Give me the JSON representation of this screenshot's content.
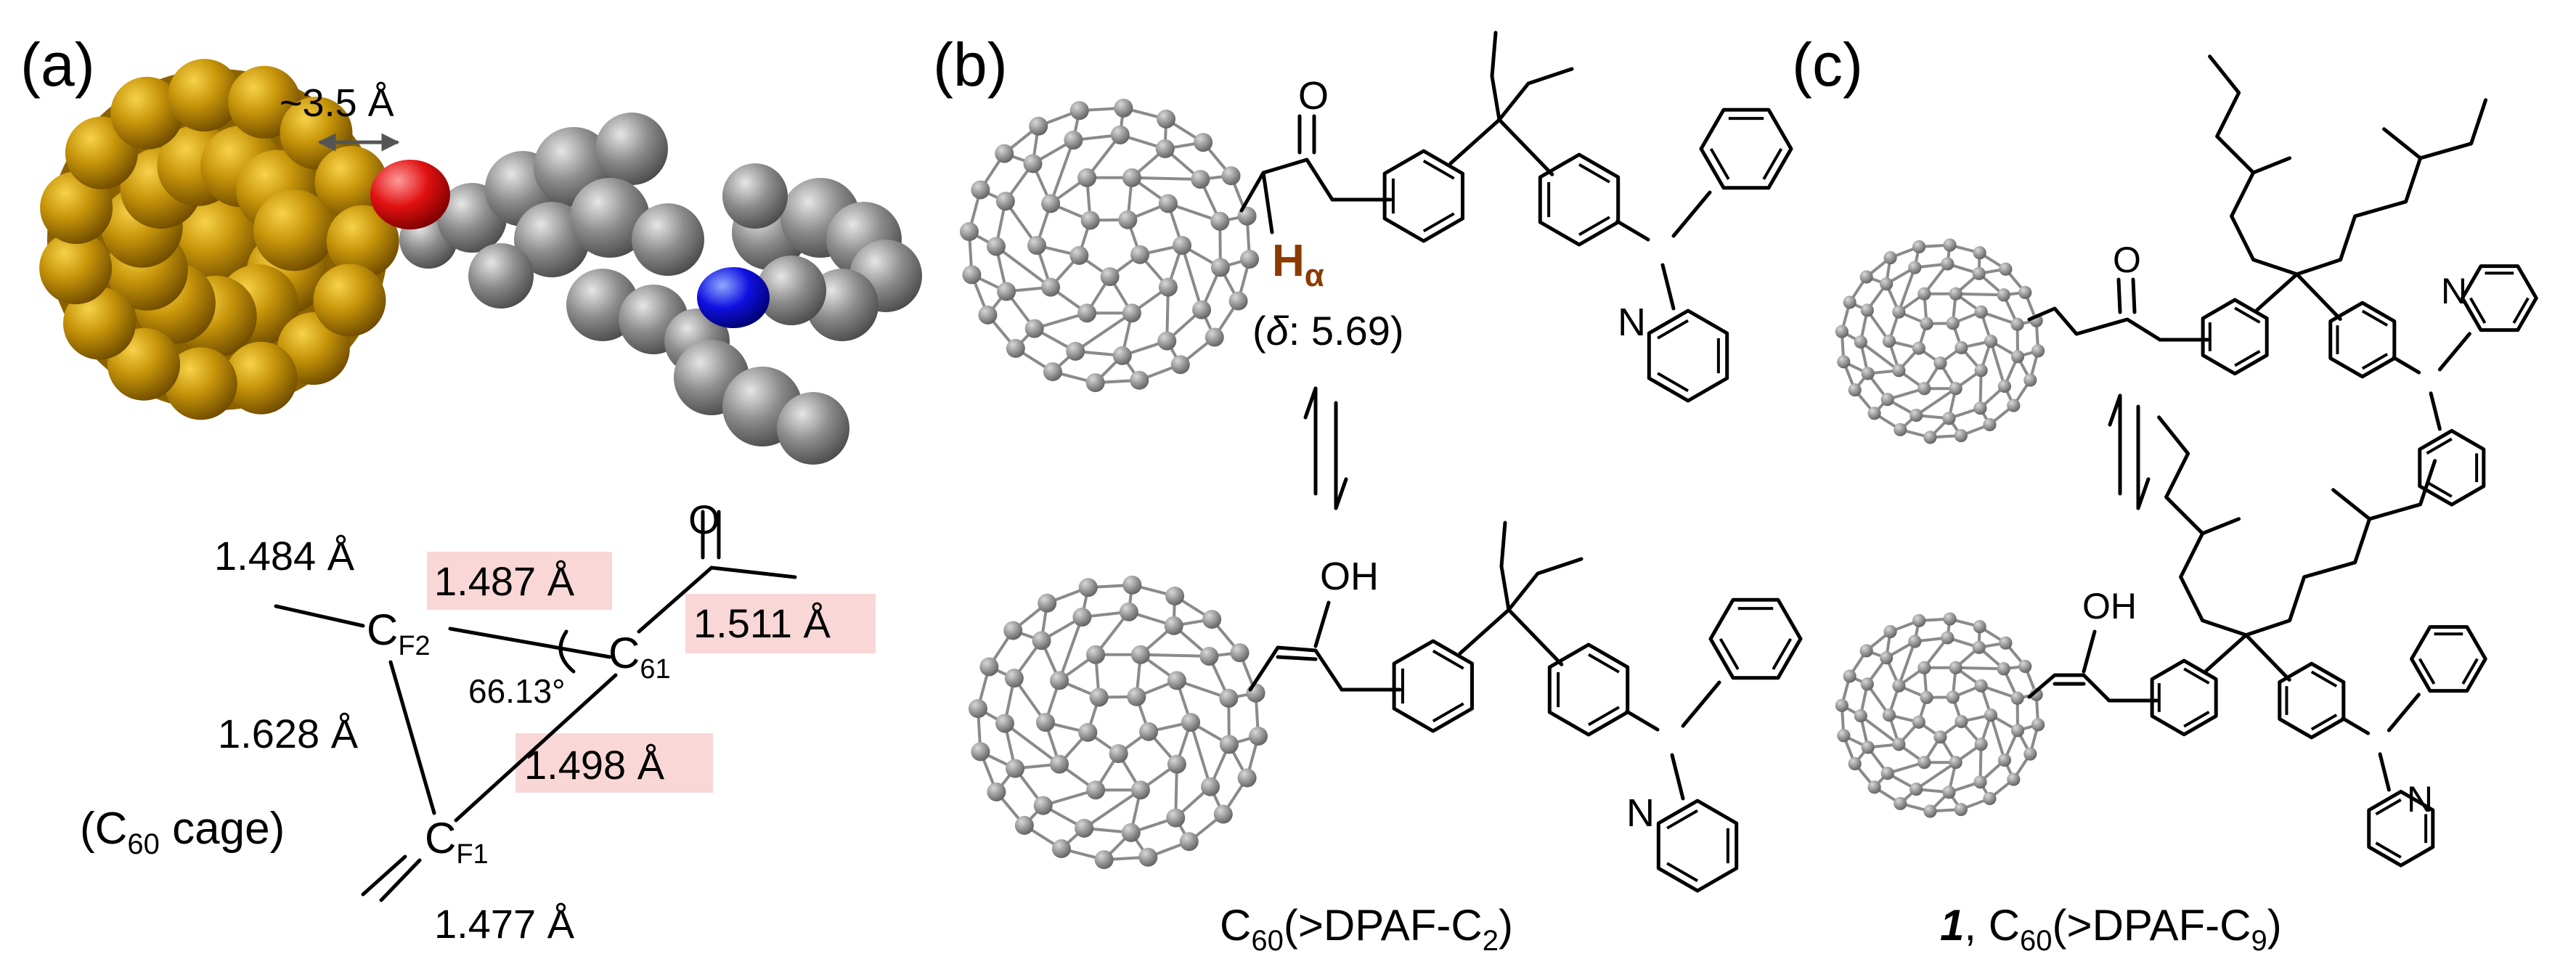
{
  "panels": {
    "a": {
      "label": "(a)",
      "distance": "~3.5 Å",
      "bond_CF2_left": "1.484 Å",
      "bond_CF2_C61": "1.487 Å",
      "bond_C61_CO": "1.511 Å",
      "angle": "66.13°",
      "bond_CF1_CF2": "1.628 Å",
      "bond_CF1_C61": "1.498 Å",
      "bond_CF1_bottom": "1.477 Å",
      "atom_CF2": "C",
      "atom_CF2_sub": "F2",
      "atom_CF1": "C",
      "atom_CF1_sub": "F1",
      "atom_C61": "C",
      "atom_C61_sub": "61",
      "atom_O": "O",
      "cage_pre": "(C",
      "cage_sub": "60",
      "cage_post": " cage)"
    },
    "b": {
      "label": "(b)",
      "atom_O": "O",
      "h_alpha_H": "H",
      "h_alpha_sub": "α",
      "shift_pre": "(",
      "shift_delta": "δ",
      "shift_post": ": 5.69)",
      "atom_N": "N",
      "atom_OH": "OH",
      "name_pre": "C",
      "name_sub1": "60",
      "name_mid": "(>DPAF-C",
      "name_sub2": "2",
      "name_post": ")"
    },
    "c": {
      "label": "(c)",
      "atom_O": "O",
      "atom_N": "N",
      "atom_OH": "OH",
      "name_num": "1",
      "name_pre": ", C",
      "name_sub1": "60",
      "name_mid": "(>DPAF-C",
      "name_sub2": "9",
      "name_post": ")"
    }
  },
  "colors": {
    "fullerene_cage": "#c8960a",
    "oxygen": "#e01010",
    "nitrogen": "#1010e0",
    "carbon": "#8c8c8c",
    "h_alpha": "#8b3a00",
    "highlight": "#f9d7d7",
    "ball": "#8a8a8a"
  }
}
